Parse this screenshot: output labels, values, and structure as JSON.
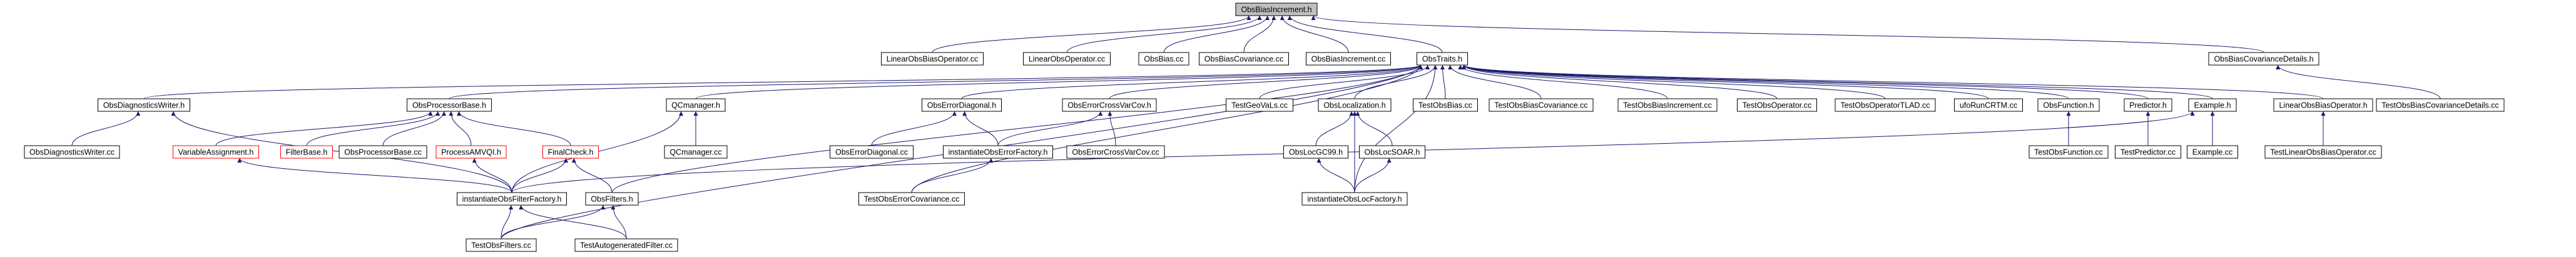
{
  "graph": {
    "root": "ObsBiasIncrement.h",
    "colors": {
      "background": "#ffffff",
      "node_border": "#000000",
      "node_border_missing": "#ff0000",
      "root_fill": "#bfbfbf",
      "node_fill": "#ffffff",
      "edge": "#191970",
      "text": "#000000"
    },
    "nodes": [
      {
        "id": "root",
        "label": "ObsBiasIncrement.h",
        "kind": "root"
      },
      {
        "id": "linearObsBiasOperatorCc",
        "label": "LinearObsBiasOperator.cc",
        "kind": "normal"
      },
      {
        "id": "linearObsOperatorCc",
        "label": "LinearObsOperator.cc",
        "kind": "normal"
      },
      {
        "id": "obsBiasCc",
        "label": "ObsBias.cc",
        "kind": "normal"
      },
      {
        "id": "obsBiasCovarianceCc",
        "label": "ObsBiasCovariance.cc",
        "kind": "normal"
      },
      {
        "id": "obsBiasIncrementCc",
        "label": "ObsBiasIncrement.cc",
        "kind": "normal"
      },
      {
        "id": "obsTraitsH",
        "label": "ObsTraits.h",
        "kind": "normal"
      },
      {
        "id": "obsBiasCovDetailsH",
        "label": "ObsBiasCovarianceDetails.h",
        "kind": "normal"
      },
      {
        "id": "testObsBiasCovDetailsCc",
        "label": "TestObsBiasCovarianceDetails.cc",
        "kind": "normal"
      },
      {
        "id": "obsDiagWriterH",
        "label": "ObsDiagnosticsWriter.h",
        "kind": "normal"
      },
      {
        "id": "obsProcessorBaseH",
        "label": "ObsProcessorBase.h",
        "kind": "normal"
      },
      {
        "id": "qcManagerH",
        "label": "QCmanager.h",
        "kind": "normal"
      },
      {
        "id": "obsErrorDiagonalH",
        "label": "ObsErrorDiagonal.h",
        "kind": "normal"
      },
      {
        "id": "obsErrorCrossVarCovH",
        "label": "ObsErrorCrossVarCov.h",
        "kind": "normal"
      },
      {
        "id": "testGeoVaLsCc",
        "label": "TestGeoVaLs.cc",
        "kind": "normal"
      },
      {
        "id": "obsLocalizationH",
        "label": "ObsLocalization.h",
        "kind": "normal"
      },
      {
        "id": "testObsBiasCc",
        "label": "TestObsBias.cc",
        "kind": "normal"
      },
      {
        "id": "testObsBiasCovarianceCc",
        "label": "TestObsBiasCovariance.cc",
        "kind": "normal"
      },
      {
        "id": "testObsBiasIncrementCc",
        "label": "TestObsBiasIncrement.cc",
        "kind": "normal"
      },
      {
        "id": "testObsOperatorCc",
        "label": "TestObsOperator.cc",
        "kind": "normal"
      },
      {
        "id": "testObsOperatorTladCc",
        "label": "TestObsOperatorTLAD.cc",
        "kind": "normal"
      },
      {
        "id": "ufoRunCrtmCc",
        "label": "ufoRunCRTM.cc",
        "kind": "normal"
      },
      {
        "id": "obsFunctionH",
        "label": "ObsFunction.h",
        "kind": "normal"
      },
      {
        "id": "predictorH",
        "label": "Predictor.h",
        "kind": "normal"
      },
      {
        "id": "exampleH",
        "label": "Example.h",
        "kind": "normal"
      },
      {
        "id": "linearObsBiasOperatorH",
        "label": "LinearObsBiasOperator.h",
        "kind": "normal"
      },
      {
        "id": "obsDiagWriterCc",
        "label": "ObsDiagnosticsWriter.cc",
        "kind": "normal"
      },
      {
        "id": "variableAssignmentH",
        "label": "VariableAssignment.h",
        "kind": "missing"
      },
      {
        "id": "filterBaseH",
        "label": "FilterBase.h",
        "kind": "missing"
      },
      {
        "id": "obsProcessorBaseCc",
        "label": "ObsProcessorBase.cc",
        "kind": "normal"
      },
      {
        "id": "processAmvQiH",
        "label": "ProcessAMVQI.h",
        "kind": "missing"
      },
      {
        "id": "finalCheckH",
        "label": "FinalCheck.h",
        "kind": "missing"
      },
      {
        "id": "qcManagerCc",
        "label": "QCmanager.cc",
        "kind": "normal"
      },
      {
        "id": "obsErrorDiagonalCc",
        "label": "ObsErrorDiagonal.cc",
        "kind": "normal"
      },
      {
        "id": "instObsErrorFactoryH",
        "label": "instantiateObsErrorFactory.h",
        "kind": "normal"
      },
      {
        "id": "obsErrorCrossVarCovCc",
        "label": "ObsErrorCrossVarCov.cc",
        "kind": "normal"
      },
      {
        "id": "obsLocGc99H",
        "label": "ObsLocGC99.h",
        "kind": "normal"
      },
      {
        "id": "obsLocSoarH",
        "label": "ObsLocSOAR.h",
        "kind": "normal"
      },
      {
        "id": "testObsFunctionCc",
        "label": "TestObsFunction.cc",
        "kind": "normal"
      },
      {
        "id": "testPredictorCc",
        "label": "TestPredictor.cc",
        "kind": "normal"
      },
      {
        "id": "exampleCc",
        "label": "Example.cc",
        "kind": "normal"
      },
      {
        "id": "testLinearObsBiasOperatorCc",
        "label": "TestLinearObsBiasOperator.cc",
        "kind": "normal"
      },
      {
        "id": "instObsFilterFactoryH",
        "label": "instantiateObsFilterFactory.h",
        "kind": "normal"
      },
      {
        "id": "obsFiltersH",
        "label": "ObsFilters.h",
        "kind": "normal"
      },
      {
        "id": "testObsErrorCovarianceCc",
        "label": "TestObsErrorCovariance.cc",
        "kind": "normal"
      },
      {
        "id": "instObsLocFactoryH",
        "label": "instantiateObsLocFactory.h",
        "kind": "normal"
      },
      {
        "id": "testObsFiltersCc",
        "label": "TestObsFilters.cc",
        "kind": "normal"
      },
      {
        "id": "testAutogeneratedFilterCc",
        "label": "TestAutogeneratedFilter.cc",
        "kind": "normal"
      }
    ],
    "edges": [
      [
        "root",
        "linearObsBiasOperatorCc"
      ],
      [
        "root",
        "linearObsOperatorCc"
      ],
      [
        "root",
        "obsBiasCc"
      ],
      [
        "root",
        "obsBiasCovarianceCc"
      ],
      [
        "root",
        "obsBiasIncrementCc"
      ],
      [
        "root",
        "obsTraitsH"
      ],
      [
        "root",
        "obsBiasCovDetailsH"
      ],
      [
        "obsBiasCovDetailsH",
        "testObsBiasCovDetailsCc"
      ],
      [
        "obsTraitsH",
        "obsDiagWriterH"
      ],
      [
        "obsTraitsH",
        "obsProcessorBaseH"
      ],
      [
        "obsTraitsH",
        "qcManagerH"
      ],
      [
        "obsTraitsH",
        "obsErrorDiagonalH"
      ],
      [
        "obsTraitsH",
        "obsErrorCrossVarCovH"
      ],
      [
        "obsTraitsH",
        "testGeoVaLsCc"
      ],
      [
        "obsTraitsH",
        "obsLocalizationH"
      ],
      [
        "obsTraitsH",
        "testObsBiasCc"
      ],
      [
        "obsTraitsH",
        "testObsBiasCovarianceCc"
      ],
      [
        "obsTraitsH",
        "testObsBiasIncrementCc"
      ],
      [
        "obsTraitsH",
        "testObsOperatorCc"
      ],
      [
        "obsTraitsH",
        "testObsOperatorTladCc"
      ],
      [
        "obsTraitsH",
        "ufoRunCrtmCc"
      ],
      [
        "obsTraitsH",
        "obsFunctionH"
      ],
      [
        "obsTraitsH",
        "predictorH"
      ],
      [
        "obsTraitsH",
        "exampleH"
      ],
      [
        "obsTraitsH",
        "linearObsBiasOperatorH"
      ],
      [
        "obsTraitsH",
        "testObsErrorCovarianceCc"
      ],
      [
        "obsTraitsH",
        "instObsLocFactoryH"
      ],
      [
        "obsTraitsH",
        "obsFiltersH"
      ],
      [
        "obsTraitsH",
        "testObsFiltersCc"
      ],
      [
        "obsDiagWriterH",
        "obsDiagWriterCc"
      ],
      [
        "obsDiagWriterH",
        "instObsFilterFactoryH"
      ],
      [
        "obsProcessorBaseH",
        "variableAssignmentH"
      ],
      [
        "obsProcessorBaseH",
        "filterBaseH"
      ],
      [
        "obsProcessorBaseH",
        "obsProcessorBaseCc"
      ],
      [
        "obsProcessorBaseH",
        "processAmvQiH"
      ],
      [
        "obsProcessorBaseH",
        "finalCheckH"
      ],
      [
        "qcManagerH",
        "qcManagerCc"
      ],
      [
        "qcManagerH",
        "instObsFilterFactoryH"
      ],
      [
        "obsErrorDiagonalH",
        "obsErrorDiagonalCc"
      ],
      [
        "obsErrorDiagonalH",
        "instObsErrorFactoryH"
      ],
      [
        "obsErrorCrossVarCovH",
        "instObsErrorFactoryH"
      ],
      [
        "obsErrorCrossVarCovH",
        "obsErrorCrossVarCovCc"
      ],
      [
        "instObsErrorFactoryH",
        "testObsErrorCovarianceCc"
      ],
      [
        "obsLocalizationH",
        "obsLocGc99H"
      ],
      [
        "obsLocalizationH",
        "obsLocSoarH"
      ],
      [
        "obsLocalizationH",
        "instObsLocFactoryH"
      ],
      [
        "obsLocGc99H",
        "instObsLocFactoryH"
      ],
      [
        "obsLocSoarH",
        "instObsLocFactoryH"
      ],
      [
        "obsFunctionH",
        "testObsFunctionCc"
      ],
      [
        "predictorH",
        "testPredictorCc"
      ],
      [
        "exampleH",
        "exampleCc"
      ],
      [
        "exampleH",
        "instObsFilterFactoryH"
      ],
      [
        "linearObsBiasOperatorH",
        "testLinearObsBiasOperatorCc"
      ],
      [
        "variableAssignmentH",
        "instObsFilterFactoryH"
      ],
      [
        "processAmvQiH",
        "instObsFilterFactoryH"
      ],
      [
        "finalCheckH",
        "instObsFilterFactoryH"
      ],
      [
        "finalCheckH",
        "obsFiltersH"
      ],
      [
        "instObsFilterFactoryH",
        "testObsFiltersCc"
      ],
      [
        "instObsFilterFactoryH",
        "testAutogeneratedFilterCc"
      ],
      [
        "obsFiltersH",
        "testObsFiltersCc"
      ],
      [
        "obsFiltersH",
        "testAutogeneratedFilterCc"
      ]
    ]
  }
}
